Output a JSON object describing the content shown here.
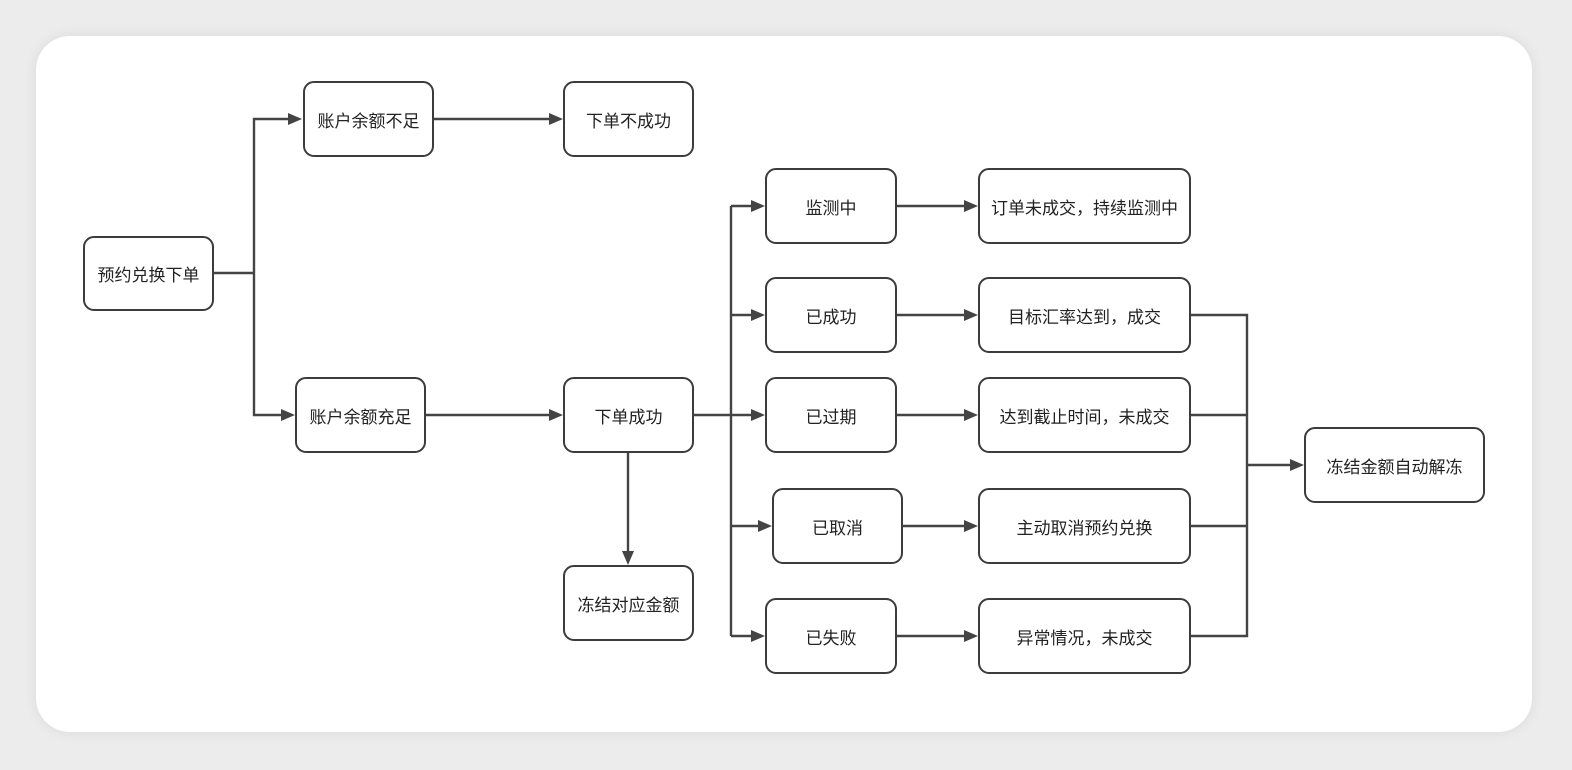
{
  "colors": {
    "stroke": "#444444",
    "node_border": "#3c3c3c",
    "text": "#222222",
    "card": "#ffffff",
    "backdrop": "#ececec"
  },
  "nodes": {
    "order_place": "预约兑换下单",
    "insufficient": "账户余额不足",
    "order_fail": "下单不成功",
    "sufficient": "账户余额充足",
    "order_success": "下单成功",
    "freeze_amount": "冻结对应金额",
    "monitoring": "监测中",
    "succeeded": "已成功",
    "expired": "已过期",
    "cancelled": "已取消",
    "failed": "已失败",
    "result_monitoring": "订单未成交，持续监测中",
    "result_succeeded": "目标汇率达到，成交",
    "result_expired": "达到截止时间，未成交",
    "result_cancelled": "主动取消预约兑换",
    "result_failed": "异常情况，未成交",
    "auto_unfreeze": "冻结金额自动解冻"
  }
}
